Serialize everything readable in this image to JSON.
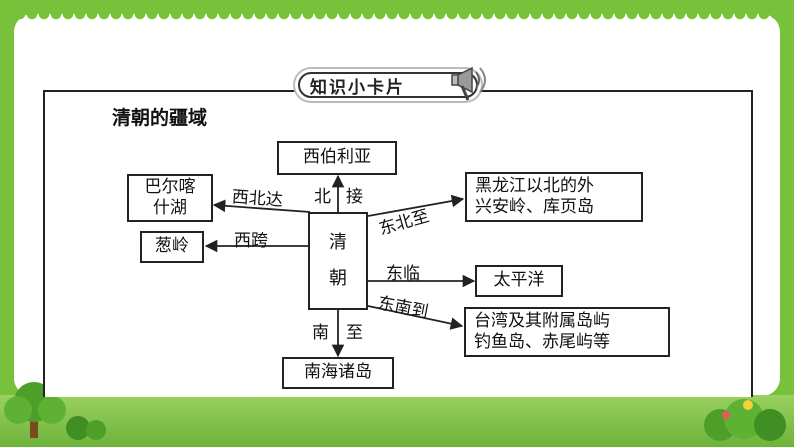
{
  "banner": {
    "title": "知识小卡片"
  },
  "card": {
    "title": "清朝的疆域"
  },
  "center": {
    "line1": "清",
    "line2": "朝"
  },
  "nodes": {
    "north": "西伯利亚",
    "northwest_line1": "巴尔喀",
    "northwest_line2": "什湖",
    "west": "葱岭",
    "northeast_line1": "黑龙江以北的外",
    "northeast_line2": "兴安岭、库页岛",
    "east": "太平洋",
    "southeast_line1": "台湾及其附属岛屿",
    "southeast_line2": "钓鱼岛、赤尾屿等",
    "south": "南海诸岛"
  },
  "labels": {
    "north_a": "北",
    "north_b": "接",
    "northwest": "西北达",
    "west": "西跨",
    "northeast": "东北至",
    "east": "东临",
    "southeast": "东南到",
    "south_a": "南",
    "south_b": "至"
  },
  "colors": {
    "frame_green": "#77c23a",
    "line": "#222222"
  }
}
